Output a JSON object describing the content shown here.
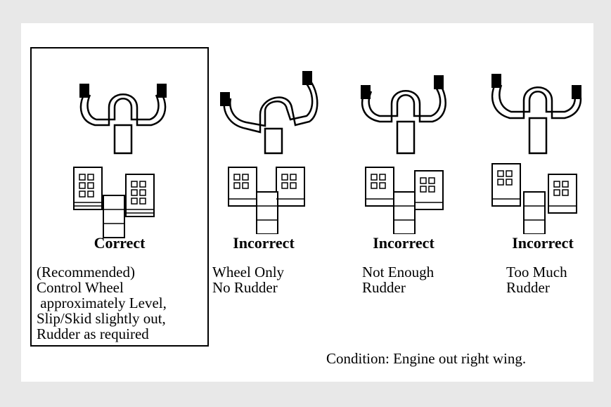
{
  "panels": [
    {
      "title": "Correct",
      "lines": [
        "(Recommended)",
        "Control Wheel",
        " approximately Level,",
        "Slip/Skid slightly out,",
        "Rudder as required"
      ]
    },
    {
      "title": "Incorrect",
      "lines": [
        "Wheel Only",
        "No Rudder"
      ]
    },
    {
      "title": "Incorrect",
      "lines": [
        "Not Enough",
        "Rudder"
      ]
    },
    {
      "title": "Incorrect",
      "lines": [
        "Too Much",
        "Rudder"
      ]
    }
  ],
  "condition": "Condition: Engine out right wing."
}
